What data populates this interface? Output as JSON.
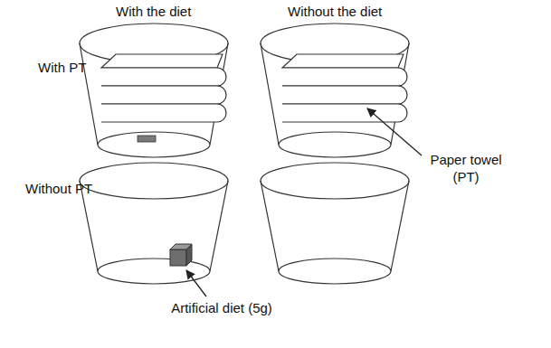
{
  "diagram": {
    "labels": [
      "With the diet",
      "Without the diet",
      "With PT",
      "Without PT",
      "Paper towel (PT)",
      "Artificial diet (5g)"
    ]
  }
}
